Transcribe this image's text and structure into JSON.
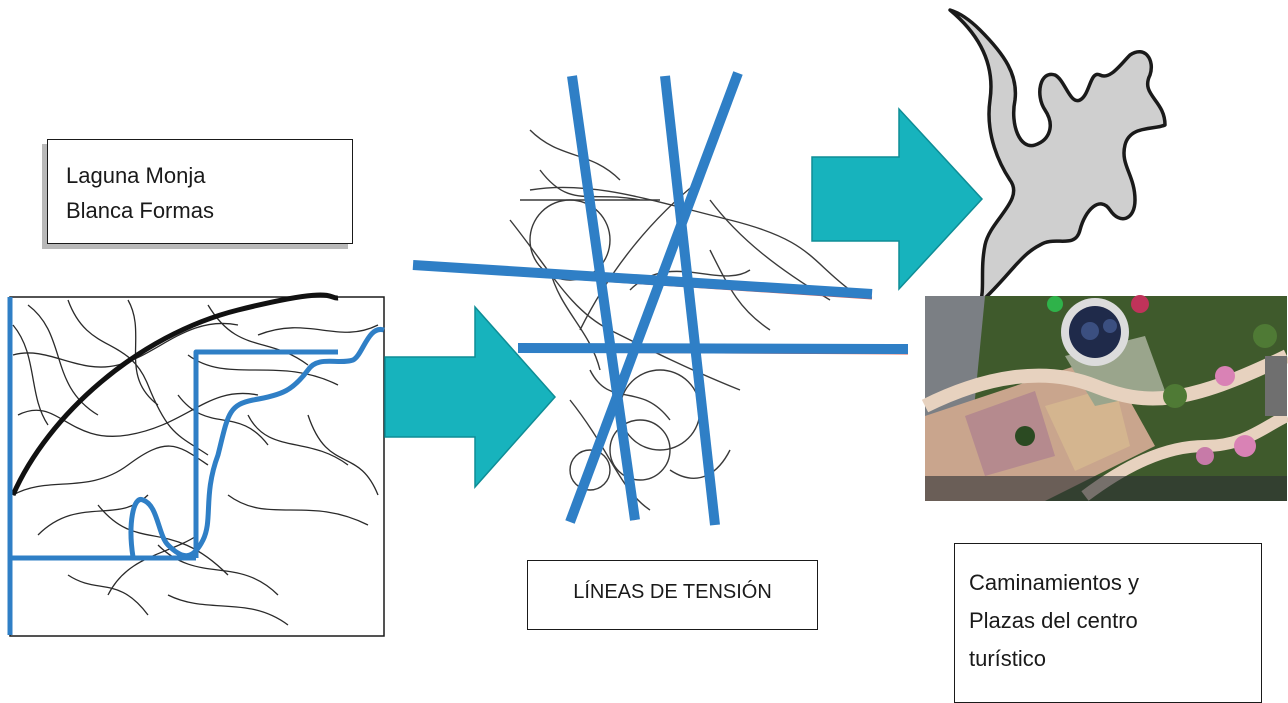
{
  "labels": {
    "laguna": "Laguna Monja\nBlanca Formas",
    "tension": "LÍNEAS DE TENSIÓN",
    "caminamientos": "Caminamientos y\nPlazas del centro\nturístico"
  },
  "icons": [
    "arrow-right-icon",
    "arrow-right-icon",
    "arrow-right-icon"
  ],
  "colors": {
    "tension_blue": "#2f7fc6",
    "arrow_teal": "#17b3bd",
    "red_shadow": "#d9574a",
    "sketch": "#2a2a2a",
    "shape_fill": "#cfcfcf"
  }
}
